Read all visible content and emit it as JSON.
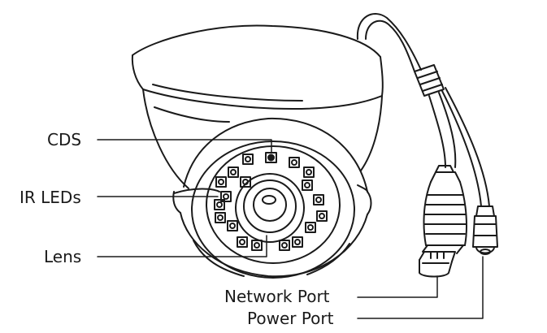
{
  "labels": {
    "cds": "CDS",
    "ir_leds": "IR LEDs",
    "lens": "Lens",
    "network_port": "Network Port",
    "power_port": "Power Port"
  },
  "colors": {
    "stroke": "#1a1a1a",
    "background": "#ffffff"
  }
}
